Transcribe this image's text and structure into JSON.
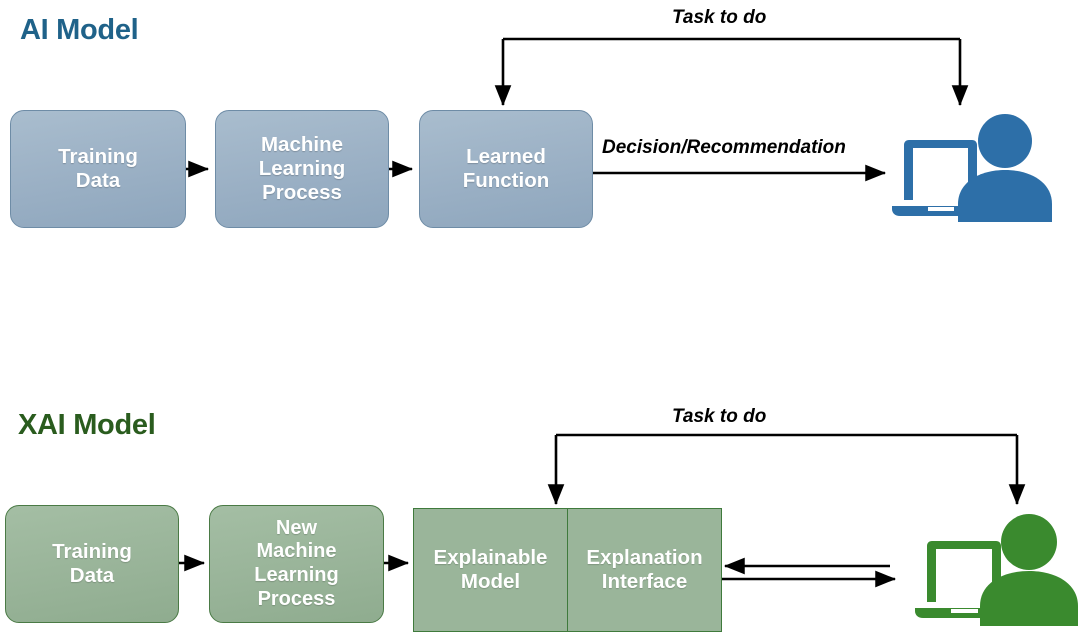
{
  "diagram": {
    "title_ai": "AI Model",
    "title_xai": "XAI Model",
    "colors": {
      "ai_title": "#1F6289",
      "xai_title": "#2A5C1E",
      "ai_box_fill": "#9DB2C6",
      "ai_box_border": "#6E8CA6",
      "xai_box_fill": "#99B499",
      "xai_box_border": "#4A7A45",
      "ai_actor": "#2D6FA8",
      "xai_actor": "#3A8A2E",
      "connector": "#000000"
    }
  },
  "ai_model": {
    "boxes": [
      {
        "id": "training-data",
        "label": "Training\nData"
      },
      {
        "id": "ml-process",
        "label": "Machine\nLearning\nProcess"
      },
      {
        "id": "learned-function",
        "label": "Learned\nFunction"
      }
    ],
    "labels": {
      "task_to_do": "Task to do",
      "decision": "Decision/Recommendation"
    },
    "actor": {
      "id": "user-with-laptop",
      "icon": "person-laptop-icon"
    }
  },
  "xai_model": {
    "boxes": [
      {
        "id": "training-data",
        "label": "Training\nData"
      },
      {
        "id": "new-ml-process",
        "label": "New\nMachine\nLearning\nProcess"
      },
      {
        "id": "explainable-model",
        "label": "Explainable\nModel"
      },
      {
        "id": "explanation-interface",
        "label": "Explanation\nInterface"
      }
    ],
    "labels": {
      "task_to_do": "Task to do"
    },
    "actor": {
      "id": "user-with-laptop",
      "icon": "person-laptop-icon"
    }
  }
}
